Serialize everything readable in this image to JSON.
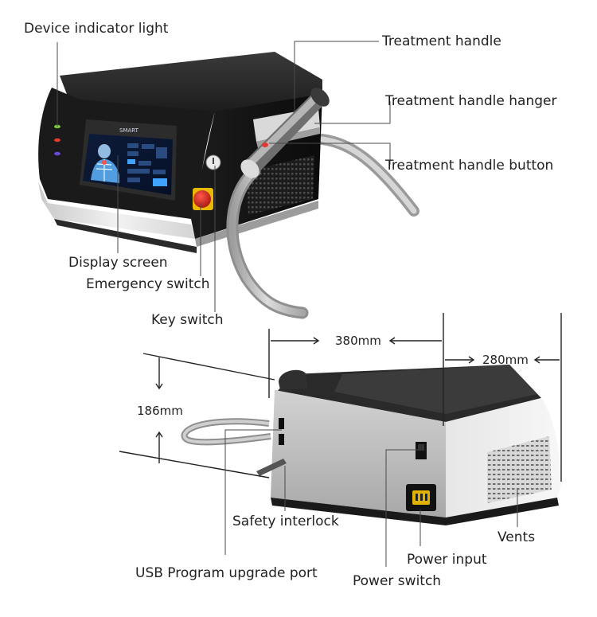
{
  "device_top": {
    "screen_brand": "SMART",
    "labels": {
      "indicator_light": "Device indicator light",
      "treatment_handle": "Treatment handle",
      "handle_hanger": "Treatment handle  hanger",
      "handle_button": "Treatment handle button",
      "display_screen": "Display screen",
      "emergency_switch": "Emergency switch",
      "key_switch": "Key switch"
    },
    "indicator_colors": [
      "#7fd33a",
      "#e63a2e",
      "#6a4bd8"
    ]
  },
  "device_rear": {
    "dimensions": {
      "length": "380mm",
      "depth": "280mm",
      "height": "186mm"
    },
    "labels": {
      "safety_interlock": "Safety interlock",
      "usb_port": "USB Program upgrade port",
      "power_input": "Power input",
      "power_switch": "Power switch",
      "vents": "Vents"
    }
  }
}
